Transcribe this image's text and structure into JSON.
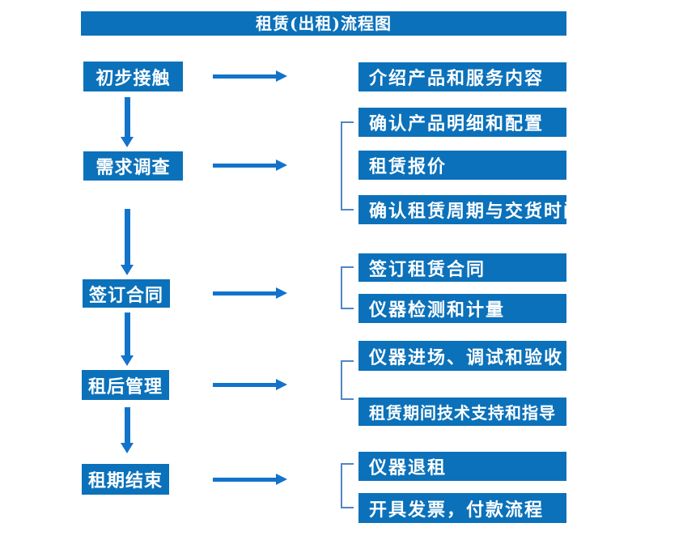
{
  "title": "租赁(出租)流程图",
  "colors": {
    "primary_blue": "#0b71ba",
    "arrow_blue": "#1273cb",
    "bracket_blue": "#4f86c6",
    "text_white": "#ffffff",
    "background": "#ffffff"
  },
  "steps": [
    {
      "label": "初步接触",
      "details": [
        "介绍产品和服务内容"
      ]
    },
    {
      "label": "需求调查",
      "details": [
        "确认产品明细和配置",
        "租赁报价",
        "确认租赁周期与交货时间"
      ]
    },
    {
      "label": "签订合同",
      "details": [
        "签订租赁合同",
        "仪器检测和计量"
      ]
    },
    {
      "label": "租后管理",
      "details": [
        "仪器进场、调试和验收",
        "租赁期间技术支持和指导"
      ]
    },
    {
      "label": "租期结束",
      "details": [
        "仪器退租",
        "开具发票，付款流程"
      ]
    }
  ]
}
